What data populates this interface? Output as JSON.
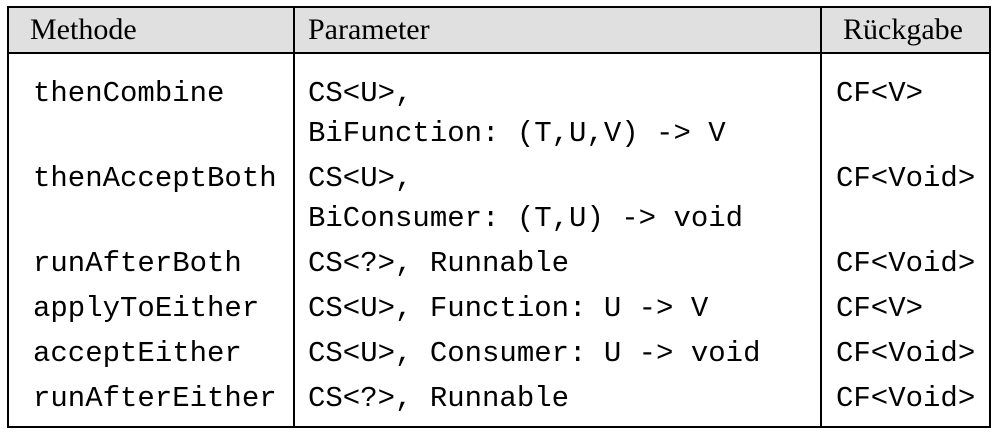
{
  "table": {
    "title": "CompletionStage combination methods table",
    "header_bg": "#e0e0e0",
    "border_color": "#000000",
    "text_color": "#000000",
    "headers": [
      "Methode",
      "Parameter",
      "Rückgabe"
    ],
    "rows": [
      {
        "methode": "thenCombine",
        "parameter": [
          "CS<U>,",
          "BiFunction: (T,U,V) -> V"
        ],
        "rueckgabe": "CF<V>"
      },
      {
        "methode": "thenAcceptBoth",
        "parameter": [
          "CS<U>,",
          "BiConsumer: (T,U) -> void"
        ],
        "rueckgabe": "CF<Void>"
      },
      {
        "methode": "runAfterBoth",
        "parameter": [
          "CS<?>, Runnable"
        ],
        "rueckgabe": "CF<Void>"
      },
      {
        "methode": "applyToEither",
        "parameter": [
          "CS<U>, Function: U -> V"
        ],
        "rueckgabe": "CF<V>"
      },
      {
        "methode": "acceptEither",
        "parameter": [
          "CS<U>, Consumer: U -> void"
        ],
        "rueckgabe": "CF<Void>"
      },
      {
        "methode": "runAfterEither",
        "parameter": [
          "CS<?>, Runnable"
        ],
        "rueckgabe": "CF<Void>"
      }
    ]
  }
}
